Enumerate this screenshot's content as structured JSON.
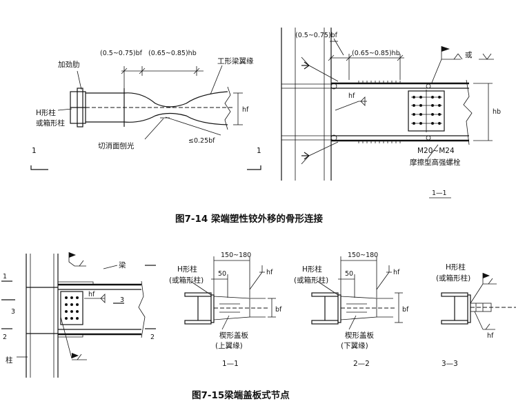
{
  "figure_7_14": {
    "caption": "图7-14 梁端塑性铰外移的骨形连接",
    "left": {
      "stiffener": "加劲肋",
      "column": [
        "H形柱",
        "或箱形柱"
      ],
      "flange": "工形梁翼缘",
      "dim1": "(0.5~0.75)bf",
      "dim2": "(0.65~0.85)hb",
      "cut": "切消面刨光",
      "limit": "≤0.25bf",
      "hf": "hf",
      "sec_mark": "1"
    },
    "right": {
      "dim1": "(0.5~0.75)bf",
      "dim2": "(0.65~0.85)hb",
      "hf": "hf",
      "hb": "hb",
      "or": "或",
      "bolt_size": "M20~M24",
      "bolt_type": "摩擦型高强螺栓",
      "section": "1—1"
    }
  },
  "figure_7_15": {
    "caption": "图7-15梁端盖板式节点",
    "elev": {
      "beam": "梁",
      "column": "柱",
      "hf": "hf",
      "mark1": "1",
      "mark2": "2",
      "mark3": "3"
    },
    "sec1": {
      "dim": "150~180",
      "d50": "50",
      "col": [
        "H形柱",
        "(或箱形柱)"
      ],
      "plate": [
        "楔形盖板",
        "(上翼缘)"
      ],
      "hf": "hf",
      "bf": "bf",
      "label": "1—1"
    },
    "sec2": {
      "dim": "150~180",
      "d50": "50",
      "col": [
        "H形柱",
        "(或箱形柱)"
      ],
      "plate": [
        "楔形盖板",
        "(下翼缘)"
      ],
      "hf": "hf",
      "bf": "bf",
      "label": "2—2"
    },
    "sec3": {
      "col": [
        "H形柱",
        "(或箱形柱)"
      ],
      "hf": "hf",
      "label": "3—3"
    }
  }
}
